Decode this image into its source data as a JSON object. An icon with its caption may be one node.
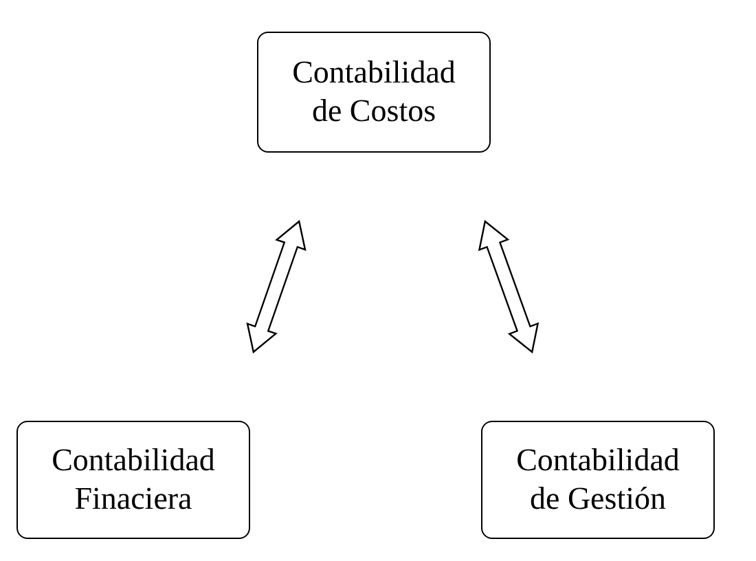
{
  "diagram": {
    "nodes": [
      {
        "text": [
          "Contabilidad de Costos"
        ]
      },
      {
        "text": [
          "Contabilidad Finaciera"
        ]
      },
      {
        "text": [
          "Contabilidad de Gestión"
        ]
      }
    ],
    "edges": [
      {
        "from": 0,
        "to": 1,
        "arrow": "both"
      },
      {
        "from": 0,
        "to": 2,
        "arrow": "both"
      }
    ]
  }
}
